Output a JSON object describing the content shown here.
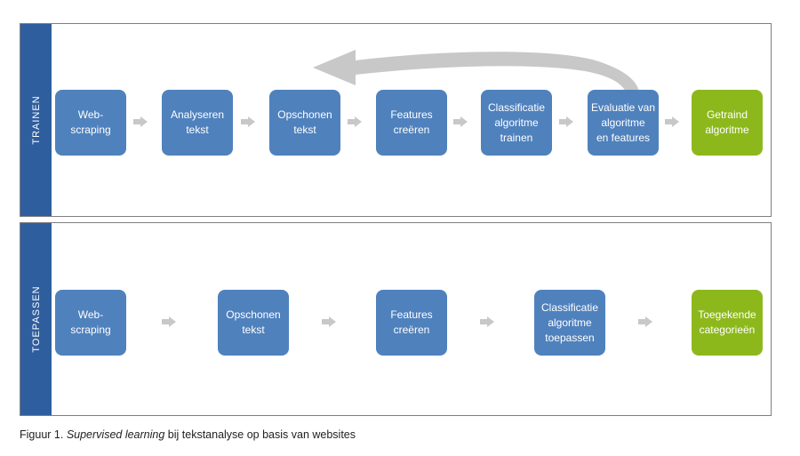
{
  "diagram": {
    "train": {
      "label": "TRAINEN",
      "steps": [
        "Web-\nscraping",
        "Analyseren\ntekst",
        "Opschonen\ntekst",
        "Features\ncreëren",
        "Classificatie\nalgoritme\ntrainen",
        "Evaluatie van\nalgoritme\nen features"
      ],
      "result": "Getraind\nalgoritme"
    },
    "apply": {
      "label": "TOEPASSEN",
      "steps": [
        "Web-\nscraping",
        "Opschonen\ntekst",
        "Features\ncreëren",
        "Classificatie\nalgoritme\ntoepassen"
      ],
      "result": "Toegekende\ncategorieën"
    },
    "colors": {
      "panel_bar": "#2f5e9e",
      "step_box": "#4f81bd",
      "result_box": "#8db81c",
      "arrow": "#c8c8c8"
    }
  },
  "caption": {
    "prefix": "Figuur 1. ",
    "emphasis": "Supervised learning",
    "suffix": " bij tekstanalyse op basis van websites"
  }
}
